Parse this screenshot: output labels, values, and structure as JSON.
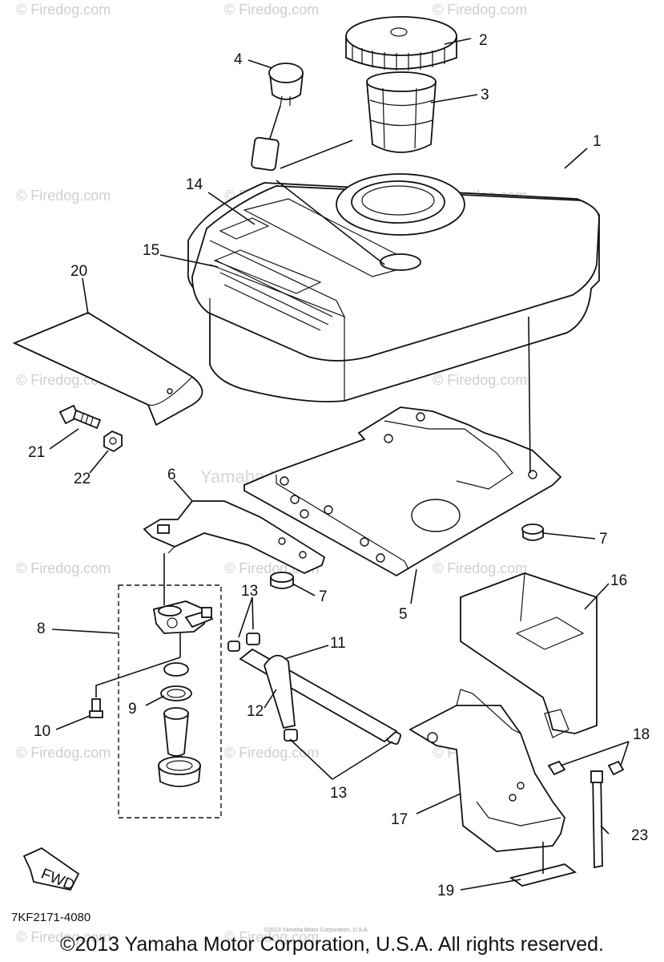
{
  "watermarks": {
    "firedog": "© Firedog.com",
    "center": "Yamaha Motor Corp. U.S.A.",
    "small": "©2013 Yamaha Motor Corporation, U.S.A."
  },
  "callouts": {
    "c1": "1",
    "c2": "2",
    "c3": "3",
    "c4": "4",
    "c5": "5",
    "c6": "6",
    "c7a": "7",
    "c7b": "7",
    "c8": "8",
    "c9": "9",
    "c10": "10",
    "c11": "11",
    "c12": "12",
    "c13a": "13",
    "c13b": "13",
    "c14": "14",
    "c15": "15",
    "c16": "16",
    "c17": "17",
    "c18": "18",
    "c19": "19",
    "c20": "20",
    "c21": "21",
    "c22": "22",
    "c23": "23"
  },
  "fwd_label": "FWD",
  "diagram_code": "7KF2171-4080",
  "copyright": "©2013 Yamaha Motor Corporation, U.S.A. All rights reserved."
}
